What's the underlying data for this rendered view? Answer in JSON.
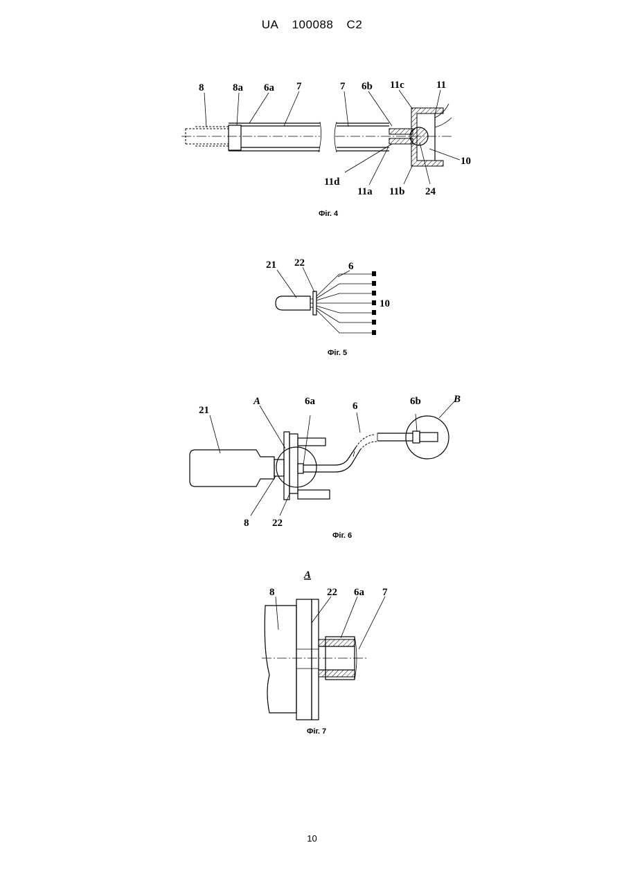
{
  "header": {
    "office": "UA",
    "number": "100088",
    "kind": "C2"
  },
  "page_number": "10",
  "fig4": {
    "caption": "Фіг. 4",
    "labels": [
      "8",
      "8a",
      "6a",
      "7",
      "7",
      "6b",
      "11c",
      "11",
      "10",
      "11d",
      "11a",
      "11b",
      "24"
    ]
  },
  "fig5": {
    "caption": "Фіг. 5",
    "labels": [
      "21",
      "22",
      "6",
      "10"
    ]
  },
  "fig6": {
    "caption": "Фіг. 6",
    "labels": [
      "21",
      "A",
      "6a",
      "6",
      "6b",
      "B",
      "8",
      "22"
    ]
  },
  "fig7": {
    "caption": "Фіг. 7",
    "view_label": "A",
    "labels": [
      "8",
      "22",
      "6a",
      "7"
    ]
  }
}
